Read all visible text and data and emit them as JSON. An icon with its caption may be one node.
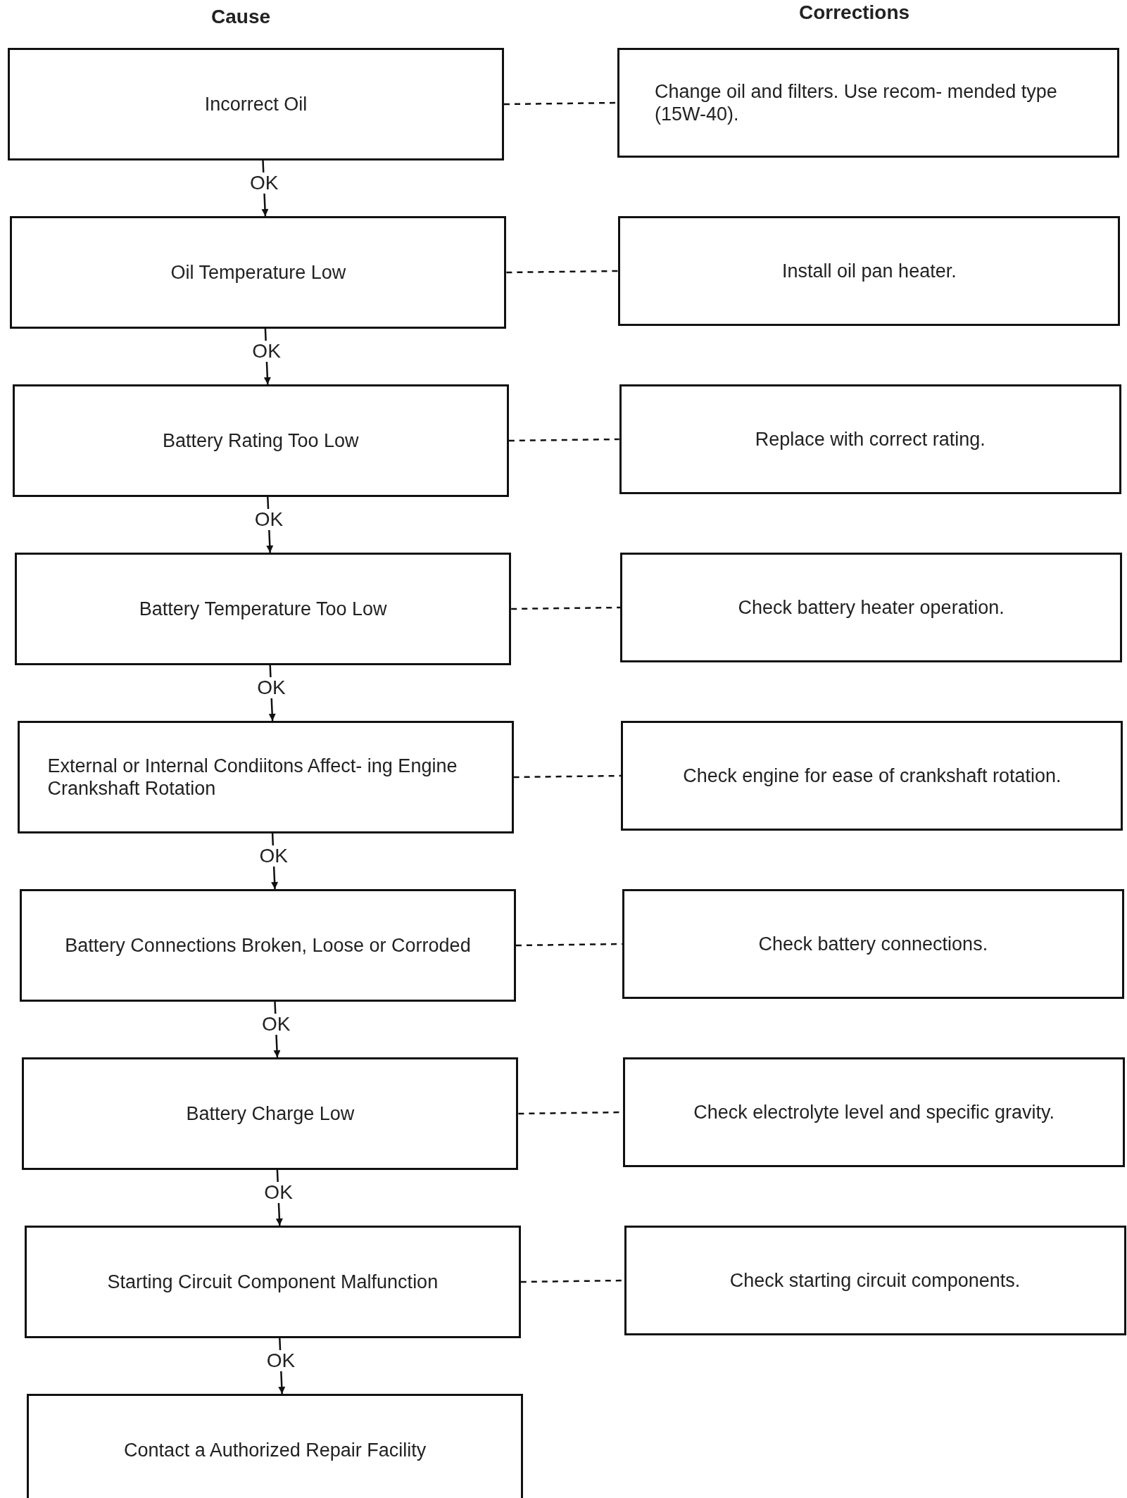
{
  "diagram": {
    "nodes": [
      {
        "text": [
          "Incorrect Oil"
        ]
      },
      {
        "text": [
          "Change oil and filters. Use recom- mended type (15W-40)."
        ]
      },
      {
        "text": [
          "Oil Temperature Low"
        ]
      },
      {
        "text": [
          "Install oil pan heater."
        ]
      },
      {
        "text": [
          "Battery Rating Too Low"
        ]
      },
      {
        "text": [
          "Replace with correct rating."
        ]
      },
      {
        "text": [
          "Battery Temperature Too Low"
        ]
      },
      {
        "text": [
          "Check battery heater operation."
        ]
      },
      {
        "text": [
          "External or Internal Condiitons Affect- ing Engine Crankshaft Rotation"
        ]
      },
      {
        "text": [
          "Check engine for ease of crankshaft rotation."
        ]
      },
      {
        "text": [
          "Battery Connections Broken, Loose or Corroded"
        ]
      },
      {
        "text": [
          "Check battery connections."
        ]
      },
      {
        "text": [
          "Battery Charge Low"
        ]
      },
      {
        "text": [
          "Check electrolyte level and specific gravity."
        ]
      },
      {
        "text": [
          "Starting Circuit Component Malfunction"
        ]
      },
      {
        "text": [
          "Check starting circuit components."
        ]
      },
      {
        "text": [
          "Contact a Authorized Repair Facility"
        ]
      }
    ],
    "edges": [
      {
        "from": 0,
        "to": 1,
        "arrow": "none",
        "style": "dashed"
      },
      {
        "from": 0,
        "to": 2,
        "arrow": "to",
        "label": "OK"
      },
      {
        "from": 2,
        "to": 3,
        "arrow": "none",
        "style": "dashed"
      },
      {
        "from": 2,
        "to": 4,
        "arrow": "to",
        "label": "OK"
      },
      {
        "from": 4,
        "to": 5,
        "arrow": "none",
        "style": "dashed"
      },
      {
        "from": 4,
        "to": 6,
        "arrow": "to",
        "label": "OK"
      },
      {
        "from": 6,
        "to": 7,
        "arrow": "none",
        "style": "dashed"
      },
      {
        "from": 6,
        "to": 8,
        "arrow": "to",
        "label": "OK"
      },
      {
        "from": 8,
        "to": 9,
        "arrow": "none",
        "style": "dashed"
      },
      {
        "from": 8,
        "to": 10,
        "arrow": "to",
        "label": "OK"
      },
      {
        "from": 10,
        "to": 11,
        "arrow": "none",
        "style": "dashed"
      },
      {
        "from": 10,
        "to": 12,
        "arrow": "to",
        "label": "OK"
      },
      {
        "from": 12,
        "to": 13,
        "arrow": "none",
        "style": "dashed"
      },
      {
        "from": 12,
        "to": 14,
        "arrow": "to",
        "label": "OK"
      },
      {
        "from": 14,
        "to": 15,
        "arrow": "none",
        "style": "dashed"
      },
      {
        "from": 14,
        "to": 16,
        "arrow": "to",
        "label": "OK"
      }
    ],
    "labels": [
      "Cause",
      "Corrections"
    ]
  }
}
